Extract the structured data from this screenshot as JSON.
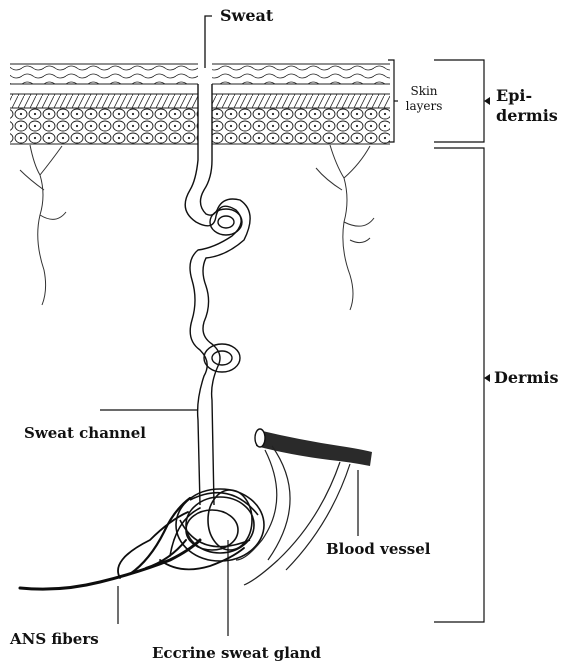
{
  "labels": {
    "sweat": "Sweat",
    "skin_layers_line1": "Skin",
    "skin_layers_line2": "layers",
    "epidermis_line1": "Epi-",
    "epidermis_line2": "dermis",
    "dermis": "Dermis",
    "sweat_channel": "Sweat channel",
    "blood_vessel": "Blood vessel",
    "ans_fibers": "ANS fibers",
    "eccrine_sweat_gland": "Eccrine sweat gland"
  }
}
